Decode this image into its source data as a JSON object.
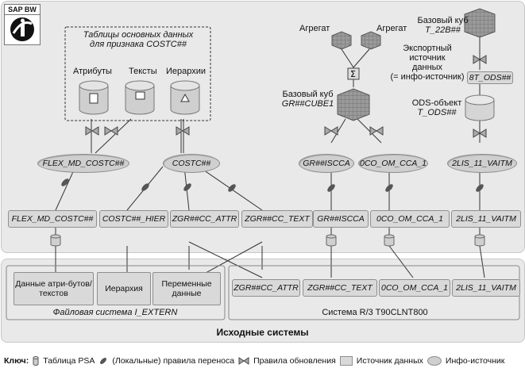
{
  "logo": {
    "label": "SAP BW"
  },
  "master_data": {
    "title_line1": "Таблицы основных данных",
    "title_line2": "для признака COSTC##",
    "tables": [
      "Атрибуты",
      "Тексты",
      "Иерархии"
    ]
  },
  "aggregates": {
    "left": "Агрегат",
    "right": "Агрегат"
  },
  "basecube1": {
    "line1": "Базовый куб",
    "line2": "GR##CUBE1"
  },
  "basecube2": {
    "line1": "Базовый куб",
    "line2": "T_22B##"
  },
  "export": {
    "lines": [
      "Экспортный",
      "источник",
      "данных",
      "(= инфо-источник)"
    ],
    "box": "8T_ODS##"
  },
  "ods": {
    "line1": "ODS-объект",
    "line2": "T_ODS##"
  },
  "infosources": [
    "FLEX_MD_COSTC##",
    "COSTC##",
    "GR##ISCCA",
    "0CO_OM_CCA_1",
    "2LIS_11_VAITM"
  ],
  "datasources": [
    "FLEX_MD_COSTC##",
    "COSTC##_HIER",
    "ZGR##CC_ATTR",
    "ZGR##CC_TEXT",
    "GR##ISCCA",
    "0CO_OM_CCA_1",
    "2LIS_11_VAITM"
  ],
  "source_systems": {
    "title": "Исходные системы",
    "file_system": {
      "label": "Файловая система  I_EXTERN",
      "items": [
        "Данные атри-бутов/текстов",
        "Иерархия",
        "Переменные данные"
      ]
    },
    "r3": {
      "label": "Система R/3  T90CLNT800",
      "items": [
        "ZGR##CC_ATTR",
        "ZGR##CC_TEXT",
        "0CO_OM_CCA_1",
        "2LIS_11_VAITM"
      ]
    }
  },
  "legend": {
    "key": "Ключ:",
    "psa": "Таблица PSA",
    "transfer": "(Локальные) правила переноса",
    "update": "Правила обновления",
    "datasource": "Источник данных",
    "infosource": "Инфо-источник"
  }
}
